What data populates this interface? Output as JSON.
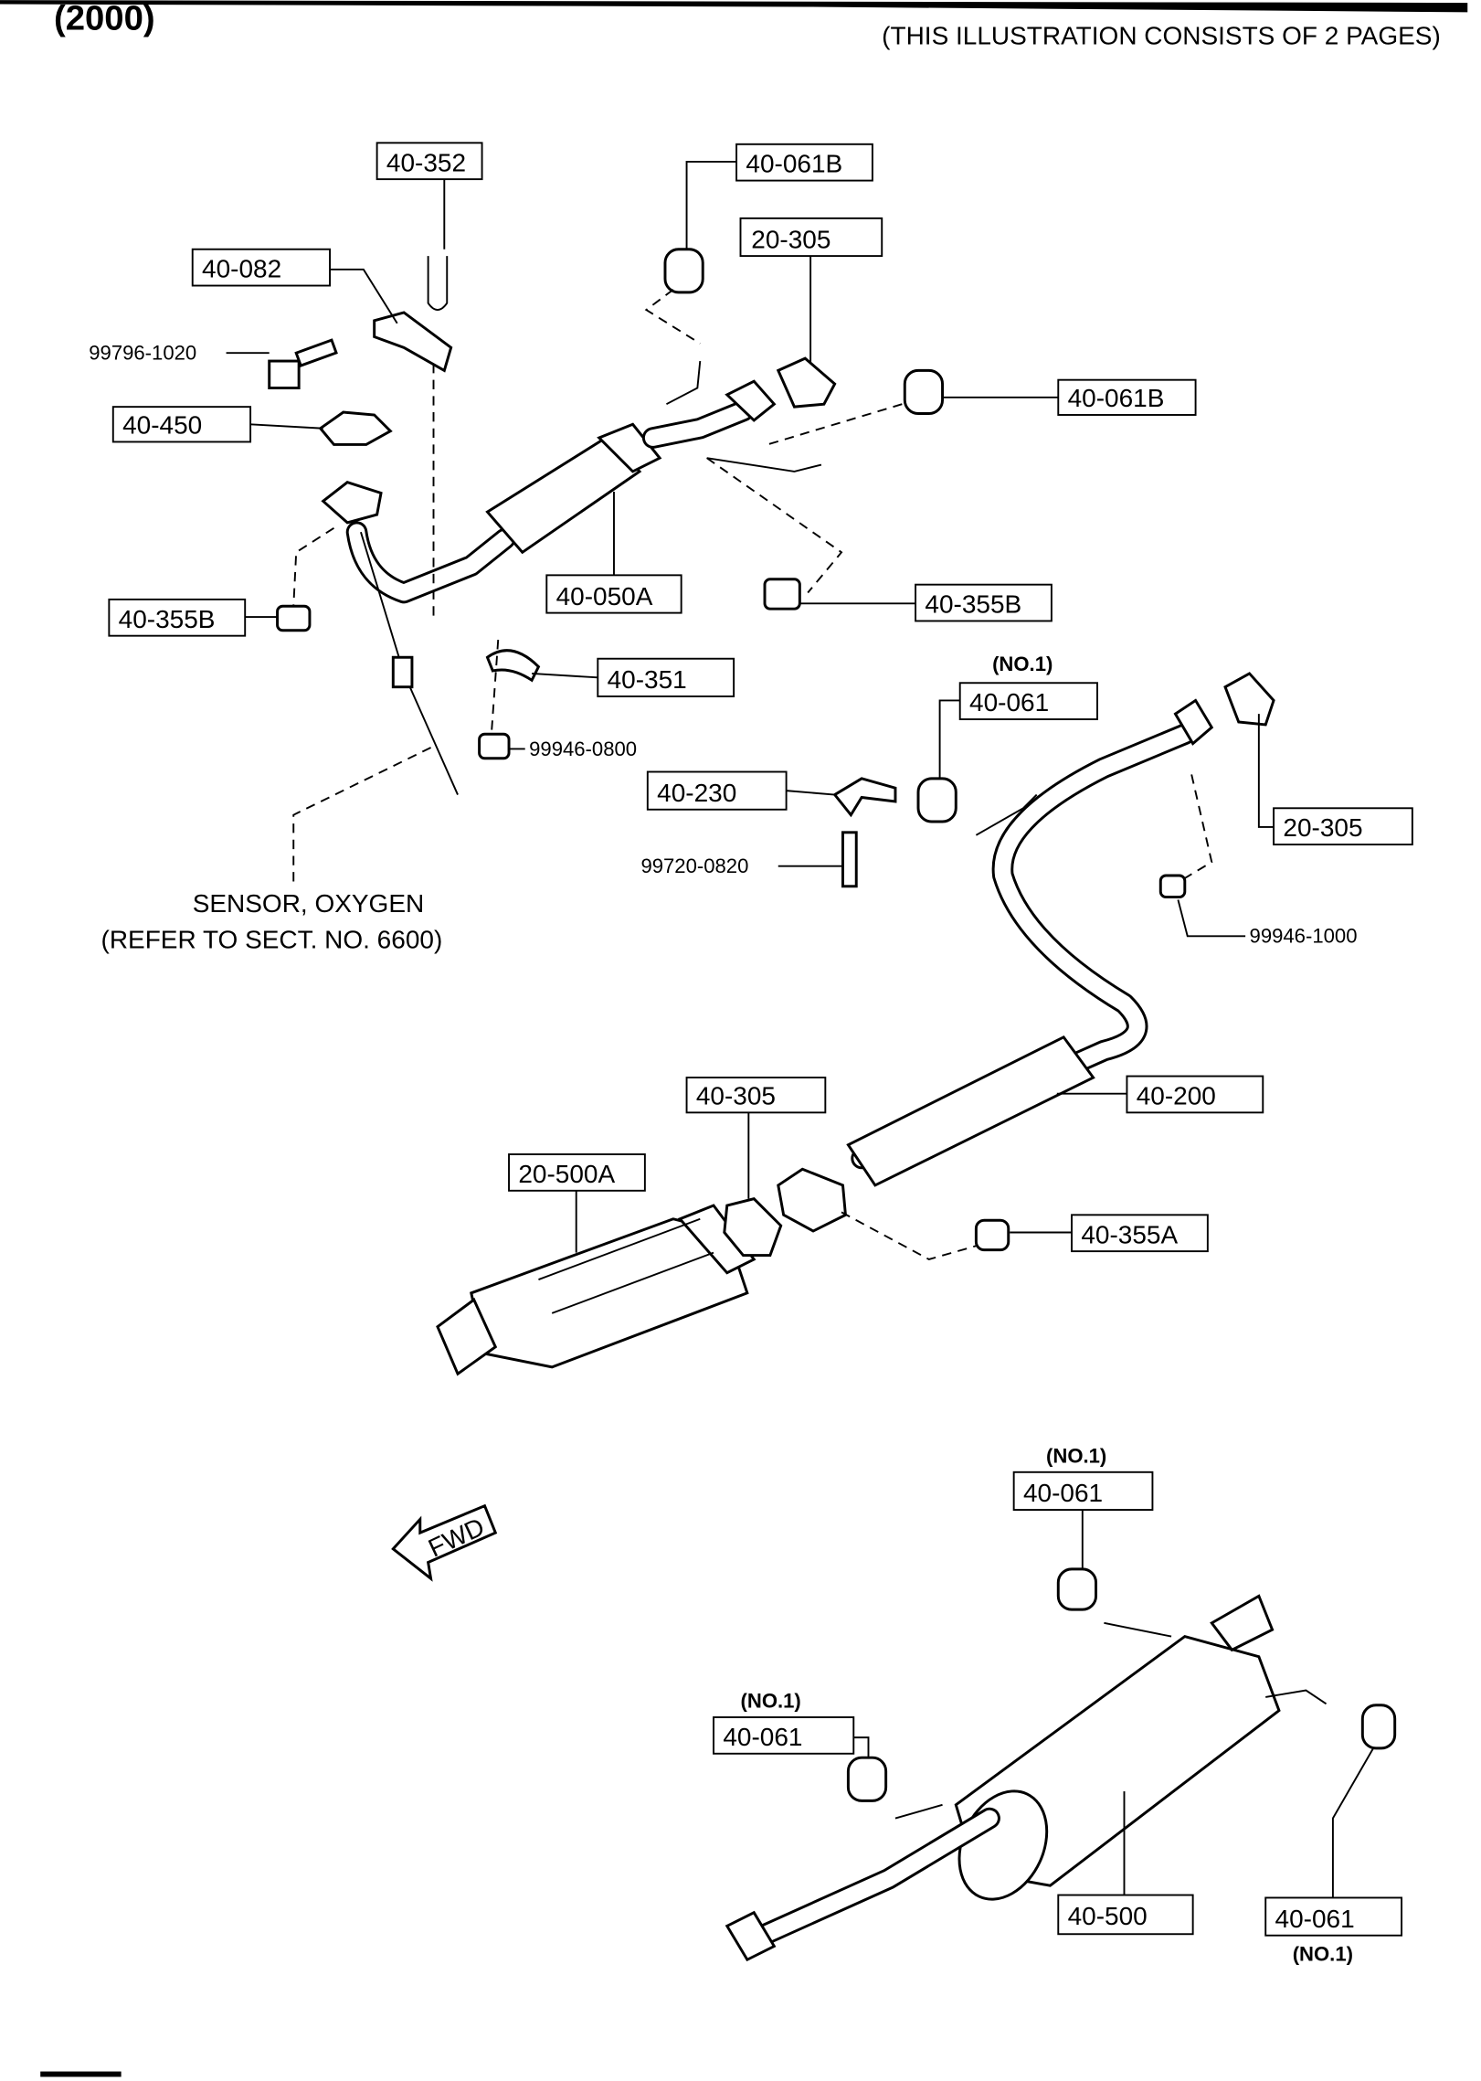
{
  "header": {
    "year": "(2000)",
    "note": "(THIS ILLUSTRATION CONSISTS OF  2 PAGES)"
  },
  "callouts": [
    {
      "id": "40-352"
    },
    {
      "id": "40-061B"
    },
    {
      "id": "20-305"
    },
    {
      "id": "40-082"
    },
    {
      "id": "40-061B"
    },
    {
      "id": "40-450"
    },
    {
      "id": "40-355B"
    },
    {
      "id": "40-050A"
    },
    {
      "id": "40-355B"
    },
    {
      "id": "40-351"
    },
    {
      "id": "40-061",
      "qualifier": "(NO.1)"
    },
    {
      "id": "40-230"
    },
    {
      "id": "20-305"
    },
    {
      "id": "40-305"
    },
    {
      "id": "40-200"
    },
    {
      "id": "20-500A"
    },
    {
      "id": "40-355A"
    },
    {
      "id": "40-061",
      "qualifier": "(NO.1)"
    },
    {
      "id": "40-061",
      "qualifier": "(NO.1)"
    },
    {
      "id": "40-500"
    },
    {
      "id": "40-061",
      "qualifier": "(NO.1)"
    }
  ],
  "fasteners": [
    "99796-1020",
    "99946-0800",
    "99720-0820",
    "99946-1000"
  ],
  "sensor_note": {
    "line1": "SENSOR, OXYGEN",
    "line2": "(REFER TO SECT. NO. 6600)"
  },
  "direction_arrow": "FWD"
}
